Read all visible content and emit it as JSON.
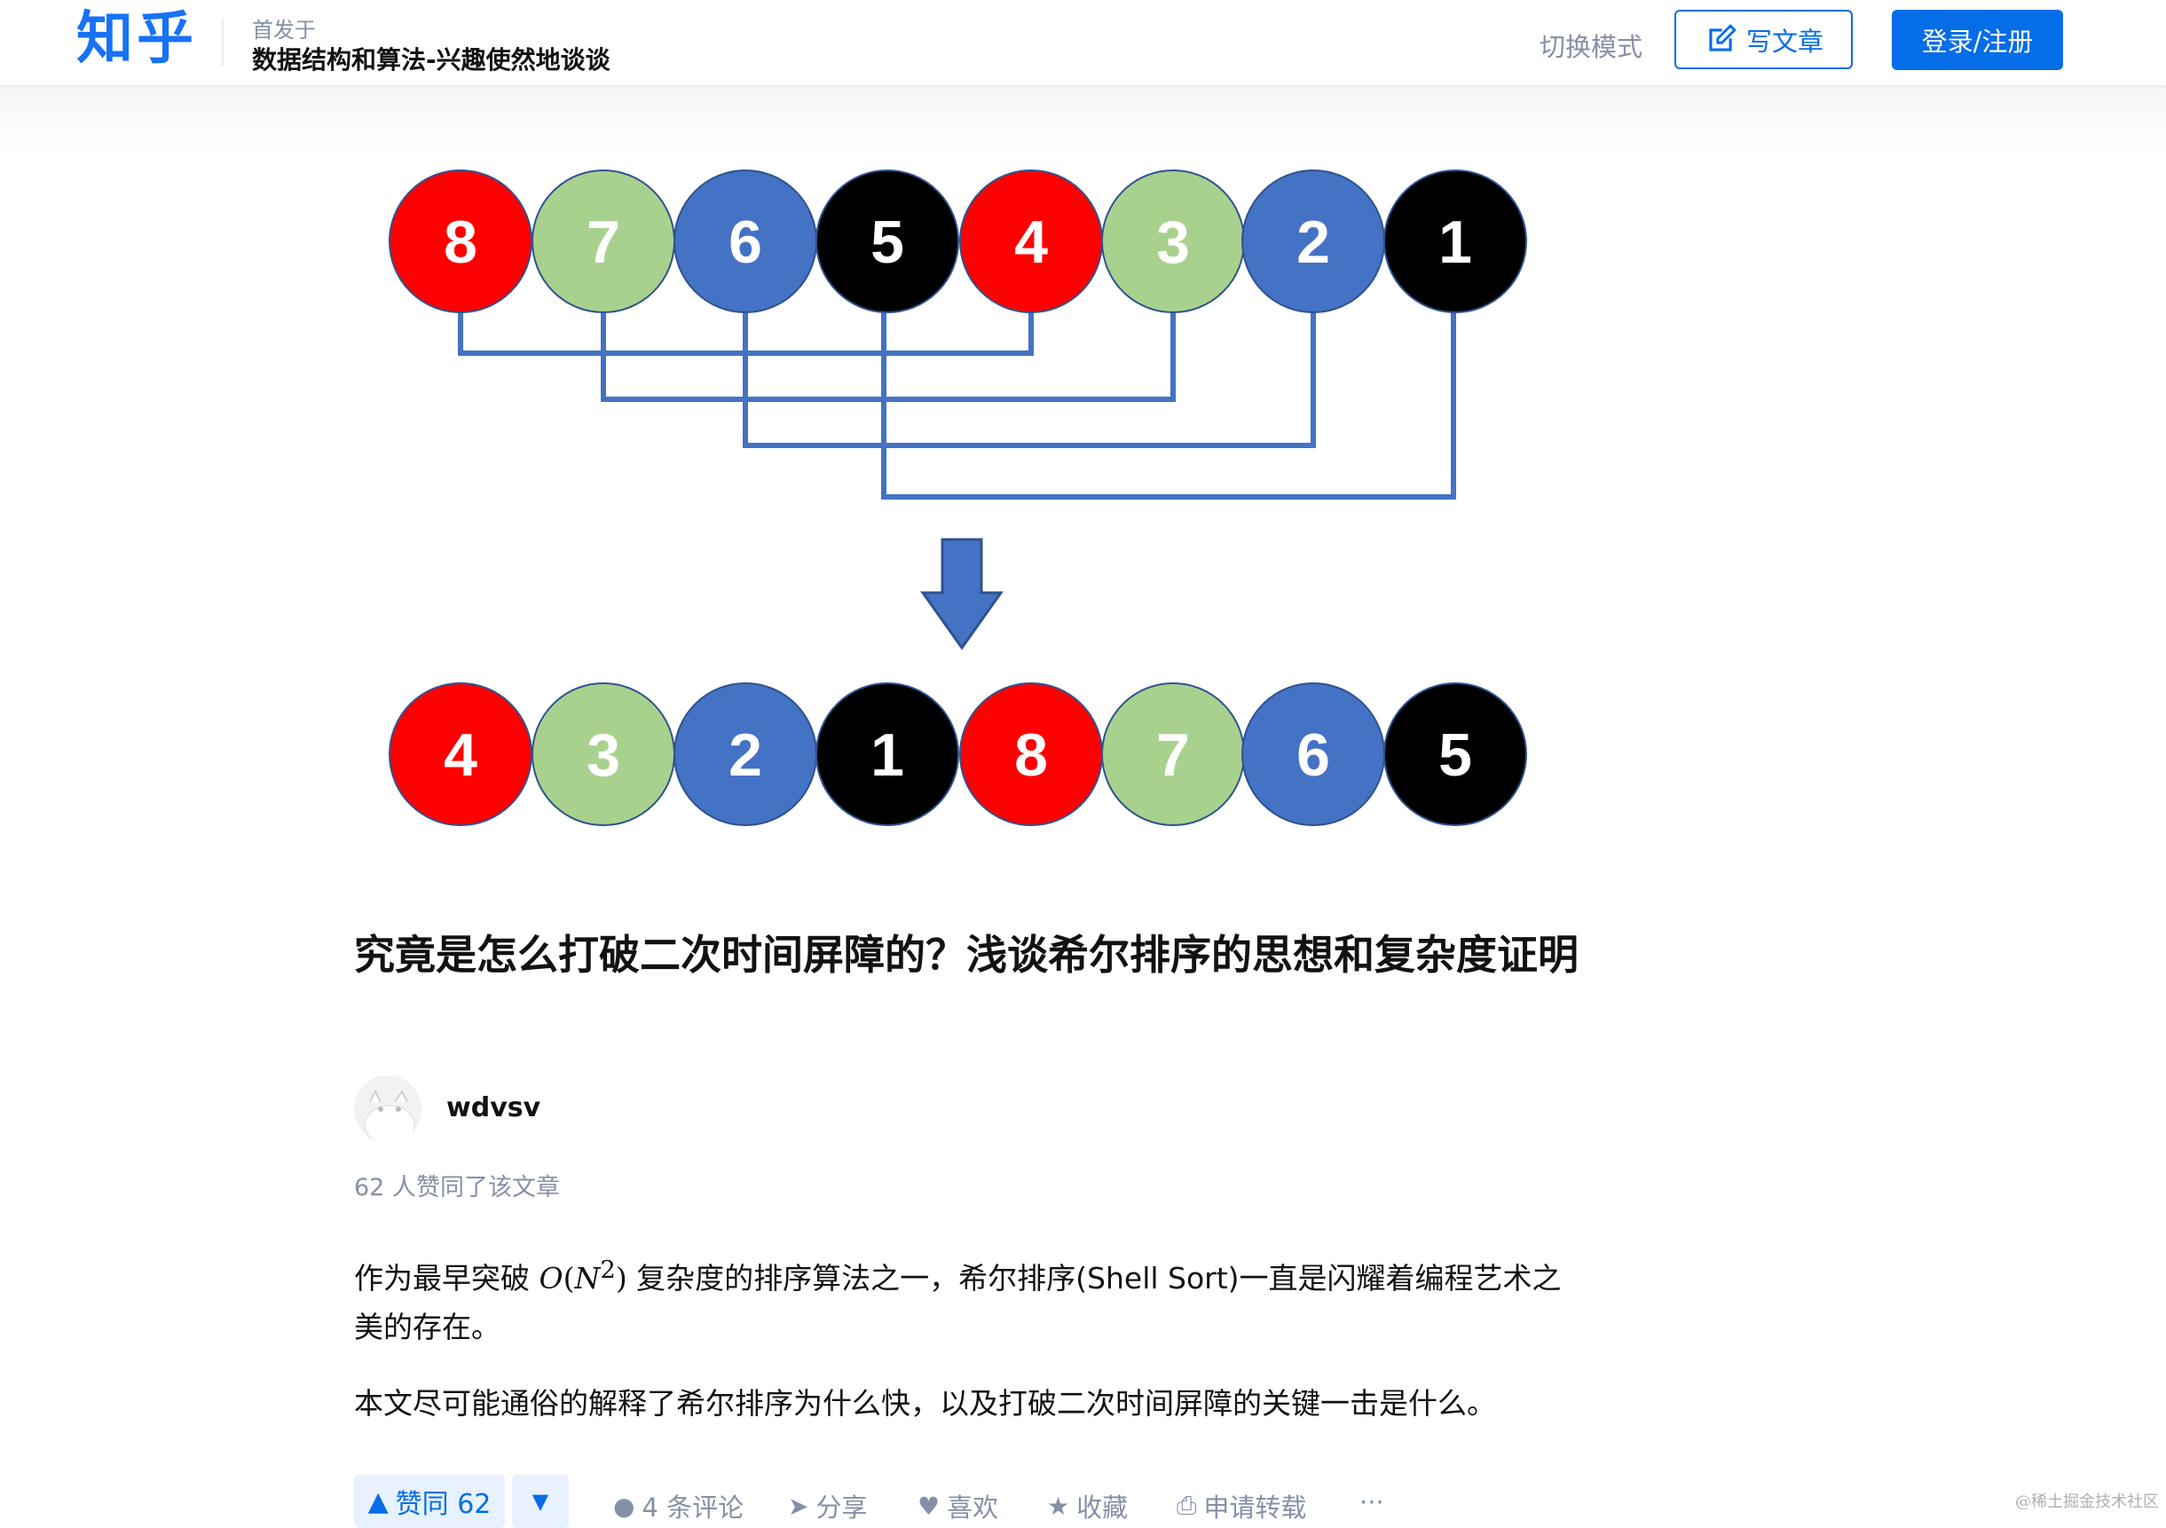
{
  "header": {
    "logo": "知乎",
    "column_label": "首发于",
    "column_name": "数据结构和算法-兴趣使然地谈谈",
    "switch_mode": "切换模式",
    "write_label": "写文章",
    "login_label": "登录/注册"
  },
  "diagram": {
    "top_row": [
      "8",
      "7",
      "6",
      "5",
      "4",
      "3",
      "2",
      "1"
    ],
    "bottom_row": [
      "4",
      "3",
      "2",
      "1",
      "8",
      "7",
      "6",
      "5"
    ],
    "colors": {
      "red": "#ff0000",
      "green": "#a9d18e",
      "blue": "#4472c4",
      "black": "#000000",
      "line": "#4472c4"
    }
  },
  "article": {
    "title": "究竟是怎么打破二次时间屏障的？浅谈希尔排序的思想和复杂度证明",
    "author": "wdvsv",
    "likers": "62 人赞同了该文章",
    "p1_before": "作为最早突破 ",
    "p1_math_O": "O",
    "p1_math_N": "N",
    "p1_math_exp": "2",
    "p1_after": " 复杂度的排序算法之一，希尔排序(Shell Sort)一直是闪耀着编程艺术之美的存在。",
    "p2": "本文尽可能通俗的解释了希尔排序为什么快，以及打破二次时间屏障的关键一击是什么。"
  },
  "actions": {
    "upvote": "赞同 62",
    "comments": "4 条评论",
    "share": "分享",
    "like": "喜欢",
    "favorite": "收藏",
    "repost": "申请转载",
    "more": "···"
  },
  "watermark": "@稀土掘金技术社区"
}
